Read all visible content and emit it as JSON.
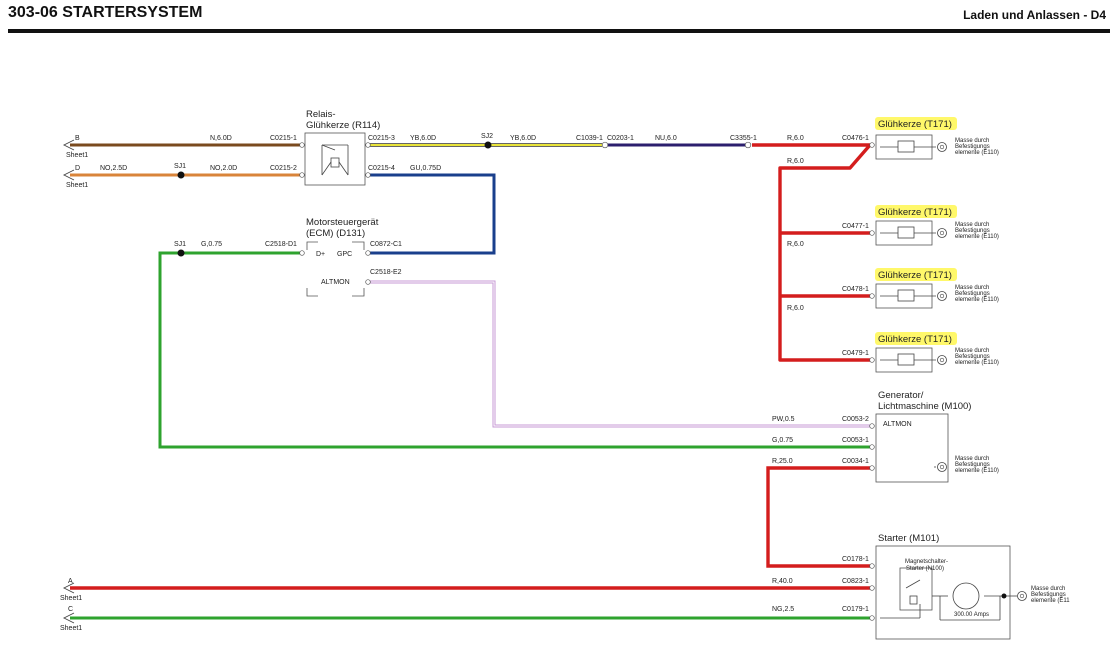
{
  "header": {
    "title": "303-06 STARTERSYSTEM",
    "section": "Laden und Anlassen - D4"
  },
  "colors": {
    "brown": "#7a4a1e",
    "orange": "#d9843a",
    "yellow": "#e9e43a",
    "purple": "#2c1f6e",
    "red": "#d41d1d",
    "blue": "#1a3f8c",
    "green": "#2ea32e",
    "lilac": "#c79ad6",
    "highlight": "#fff86a"
  },
  "sheet_refs": {
    "b": {
      "letter": "B",
      "sheet": "Sheet1"
    },
    "d": {
      "letter": "D",
      "sheet": "Sheet1"
    },
    "a": {
      "letter": "A",
      "sheet": "Sheet1"
    },
    "c": {
      "letter": "C",
      "sheet": "Sheet1"
    }
  },
  "splices": {
    "sj1": "SJ1",
    "sj2": "SJ2"
  },
  "wires": {
    "n6": "N,6.0D",
    "no25": "NO,2.5D",
    "no20": "NO,2.0D",
    "yb6a": "YB,6.0D",
    "yb6b": "YB,6.0D",
    "nu6": "NU,6.0",
    "r6a": "R,6.0",
    "r6b": "R,6.0",
    "r6c": "R,6.0",
    "r6d": "R,6.0",
    "gu075": "GU,0.75D",
    "g075a": "G,0.75",
    "g075b": "G,0.75",
    "pw05": "PW,0.5",
    "r25": "R,25.0",
    "r40": "R,40.0",
    "ng25": "NG,2.5"
  },
  "connectors": {
    "c0215_1": "C0215-1",
    "c0215_2": "C0215-2",
    "c0215_3": "C0215-3",
    "c0215_4": "C0215-4",
    "c1039_1": "C1039-1",
    "c0203_1": "C0203-1",
    "c3355_1": "C3355-1",
    "c0476_1": "C0476-1",
    "c0477_1": "C0477-1",
    "c0478_1": "C0478-1",
    "c0479_1": "C0479-1",
    "c2518_d1": "C2518-D1",
    "c0872_c1": "C0872-C1",
    "c2518_e2": "C2518-E2",
    "c0053_2": "C0053-2",
    "c0053_1": "C0053-1",
    "c0034_1": "C0034-1",
    "c0178_1": "C0178-1",
    "c0823_1": "C0823-1",
    "c0179_1": "C0179-1"
  },
  "relay": {
    "title1": "Relais-",
    "title2": "Glühkerze (R114)"
  },
  "ecm": {
    "title1": "Motorsteuergerät",
    "title2": "(ECM) (D131)",
    "pin_dplus": "D+",
    "pin_gpc": "GPC",
    "pin_altmon": "ALTMON"
  },
  "glow_plugs": [
    {
      "label": "Glühkerze (T171)"
    },
    {
      "label": "Glühkerze (T171)"
    },
    {
      "label": "Glühkerze (T171)"
    },
    {
      "label": "Glühkerze (T171)"
    }
  ],
  "ground": {
    "line1": "Masse durch",
    "line2": "Befestigungs",
    "line3": "elemente (E110)",
    "line3_starter": "elemente (E11"
  },
  "generator": {
    "title1": "Generator/",
    "title2": "Lichtmaschine (M100)",
    "pin": "ALTMON"
  },
  "starter": {
    "title": "Starter (M101)",
    "solenoid1": "Magnetschalter-",
    "solenoid2": "Starter (N100)",
    "motor": "300.00 Amps"
  }
}
